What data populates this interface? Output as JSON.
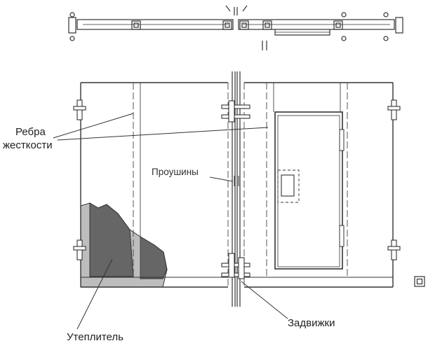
{
  "labels": {
    "ribs": [
      "Ребра",
      "жесткости"
    ],
    "lugs": "Проушины",
    "insulation": "Утеплитель",
    "latches": "Задвижки"
  },
  "colors": {
    "line": "#333333",
    "insulation_fill": "#666666",
    "insulation_light": "#bdbdbd",
    "background": "#ffffff"
  }
}
